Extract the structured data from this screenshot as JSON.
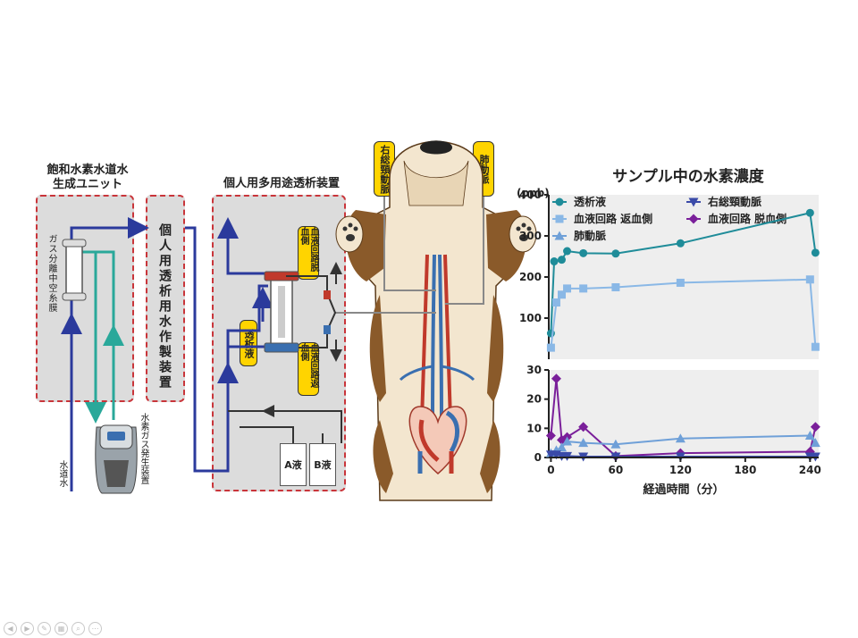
{
  "diagram": {
    "unit_title": "飽和水素水道水\n生成ユニット",
    "membrane_label": "ガス分離中空糸膜",
    "tap_water_label": "水道水",
    "h2_generator_label": "水素ガス発生装置",
    "water_making_label": "個人用透析用水作製装置",
    "dialysis_device_title": "個人用多用途透析装置",
    "dialysate_label": "透析液",
    "circuit_removal_label": "血液回路脱血側",
    "circuit_return_label": "血液回路返血側",
    "solution_a_label": "A液",
    "solution_b_label": "B液",
    "right_carotid_label": "右総頸動脈",
    "pulmonary_artery_label": "肺動脈"
  },
  "colors": {
    "dialysate": "#1f8c99",
    "circuit_return": "#8ab8e6",
    "pulmonary": "#6fa0d8",
    "carotid": "#3a4aa8",
    "circuit_removal": "#7a1f9a",
    "pipe_blue": "#2b3a9c",
    "pipe_teal": "#2aa89a",
    "dashed_border": "#c9353a",
    "tag_yellow": "#ffd400"
  },
  "chart_data": {
    "type": "line",
    "title": "サンプル中の水素濃度",
    "ylabel": "(ppb)",
    "xlabel": "経過時間（分）",
    "x_ticks": [
      0,
      60,
      120,
      180,
      240
    ],
    "xlim": [
      -2,
      248
    ],
    "grid": false,
    "legend_position": "top",
    "legend": [
      {
        "name": "透析液",
        "marker": "circle",
        "color": "#1f8c99"
      },
      {
        "name": "右総頸動脈",
        "marker": "triangle-down",
        "color": "#3a4aa8"
      },
      {
        "name": "血液回路 返血側",
        "marker": "square",
        "color": "#8ab8e6"
      },
      {
        "name": "血液回路 脱血側",
        "marker": "diamond",
        "color": "#7a1f9a"
      },
      {
        "name": "肺動脈",
        "marker": "triangle-up",
        "color": "#6fa0d8"
      }
    ],
    "panels": [
      {
        "ylim": [
          0,
          400
        ],
        "y_ticks": [
          100,
          200,
          300,
          400
        ],
        "series": [
          {
            "name": "透析液",
            "x": [
              0,
              3,
              10,
              15,
              30,
              60,
              120,
              240,
              245
            ],
            "y": [
              63,
              238,
              242,
              263,
              258,
              257,
              282,
              356,
              259
            ]
          },
          {
            "name": "血液回路 返血側",
            "x": [
              0,
              5,
              10,
              15,
              30,
              60,
              120,
              240,
              245
            ],
            "y": [
              28,
              138,
              157,
              172,
              172,
              175,
              186,
              194,
              30
            ]
          }
        ]
      },
      {
        "ylim": [
          0,
          30
        ],
        "y_ticks": [
          0,
          10,
          20,
          30
        ],
        "series": [
          {
            "name": "血液回路 脱血側",
            "x": [
              0,
              5,
              10,
              15,
              30,
              60,
              120,
              240,
              245
            ],
            "y": [
              7.5,
              27,
              6,
              7,
              10.5,
              0.5,
              1.5,
              2,
              10.5
            ]
          },
          {
            "name": "肺動脈",
            "x": [
              0,
              5,
              10,
              15,
              30,
              60,
              120,
              240,
              245
            ],
            "y": [
              1.5,
              2.5,
              3.5,
              5.5,
              5,
              4.5,
              6.5,
              7.5,
              5
            ]
          },
          {
            "name": "右総頸動脈",
            "x": [
              0,
              5,
              10,
              15,
              30,
              60,
              120,
              240,
              245
            ],
            "y": [
              1,
              1,
              0.5,
              0.5,
              0.3,
              0.3,
              0.3,
              0.3,
              0.3
            ]
          }
        ]
      }
    ]
  }
}
